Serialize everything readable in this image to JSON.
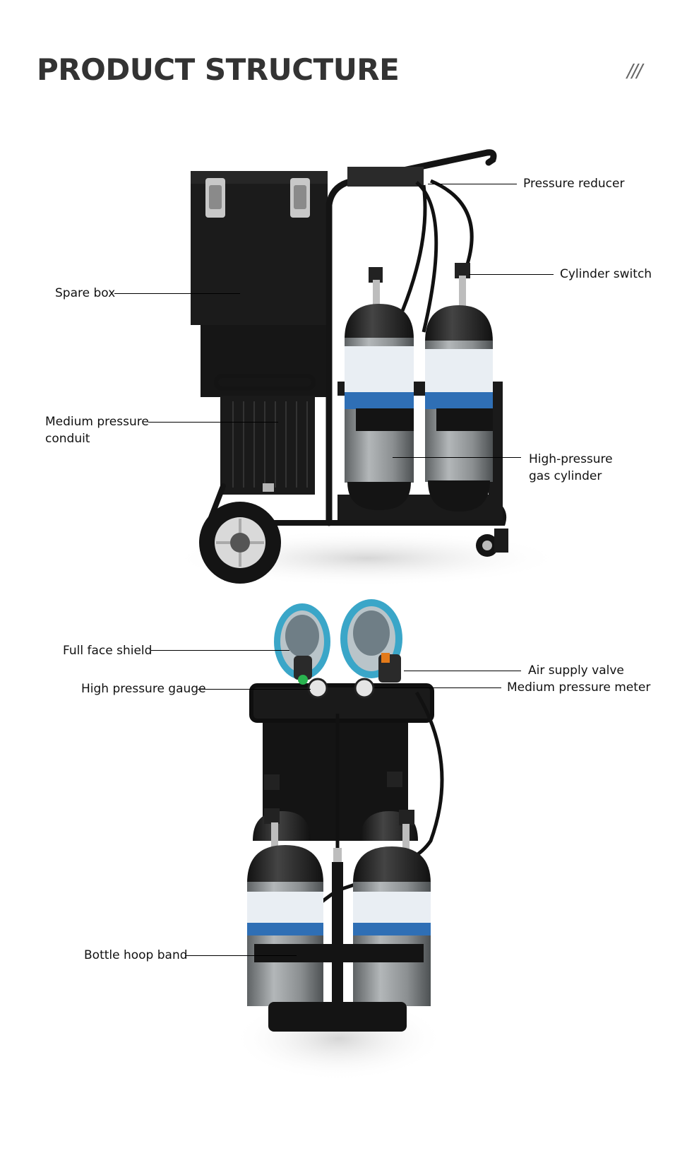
{
  "header": {
    "title": "PRODUCT STRUCTURE",
    "ornament": "///"
  },
  "labels": {
    "pressure_reducer": "Pressure reducer",
    "cylinder_switch": "Cylinder switch",
    "spare_box": "Spare box",
    "medium_pressure_conduit_1": "Medium pressure",
    "medium_pressure_conduit_2": "conduit",
    "high_pressure_cylinder_1": "High-pressure",
    "high_pressure_cylinder_2": "gas cylinder",
    "full_face_shield": "Full face shield",
    "air_supply_valve": "Air supply valve",
    "high_pressure_gauge": "High pressure gauge",
    "medium_pressure_meter": "Medium pressure meter",
    "bottle_hoop_band": "Bottle hoop band"
  },
  "colors": {
    "frame": "#141414",
    "box": "#1c1c1c",
    "cylinder_cap": "#2a2a2a",
    "cylinder_body": "#8a8e90",
    "label_band": "#2f6fb5",
    "mask_rim": "#3aa6c8"
  }
}
